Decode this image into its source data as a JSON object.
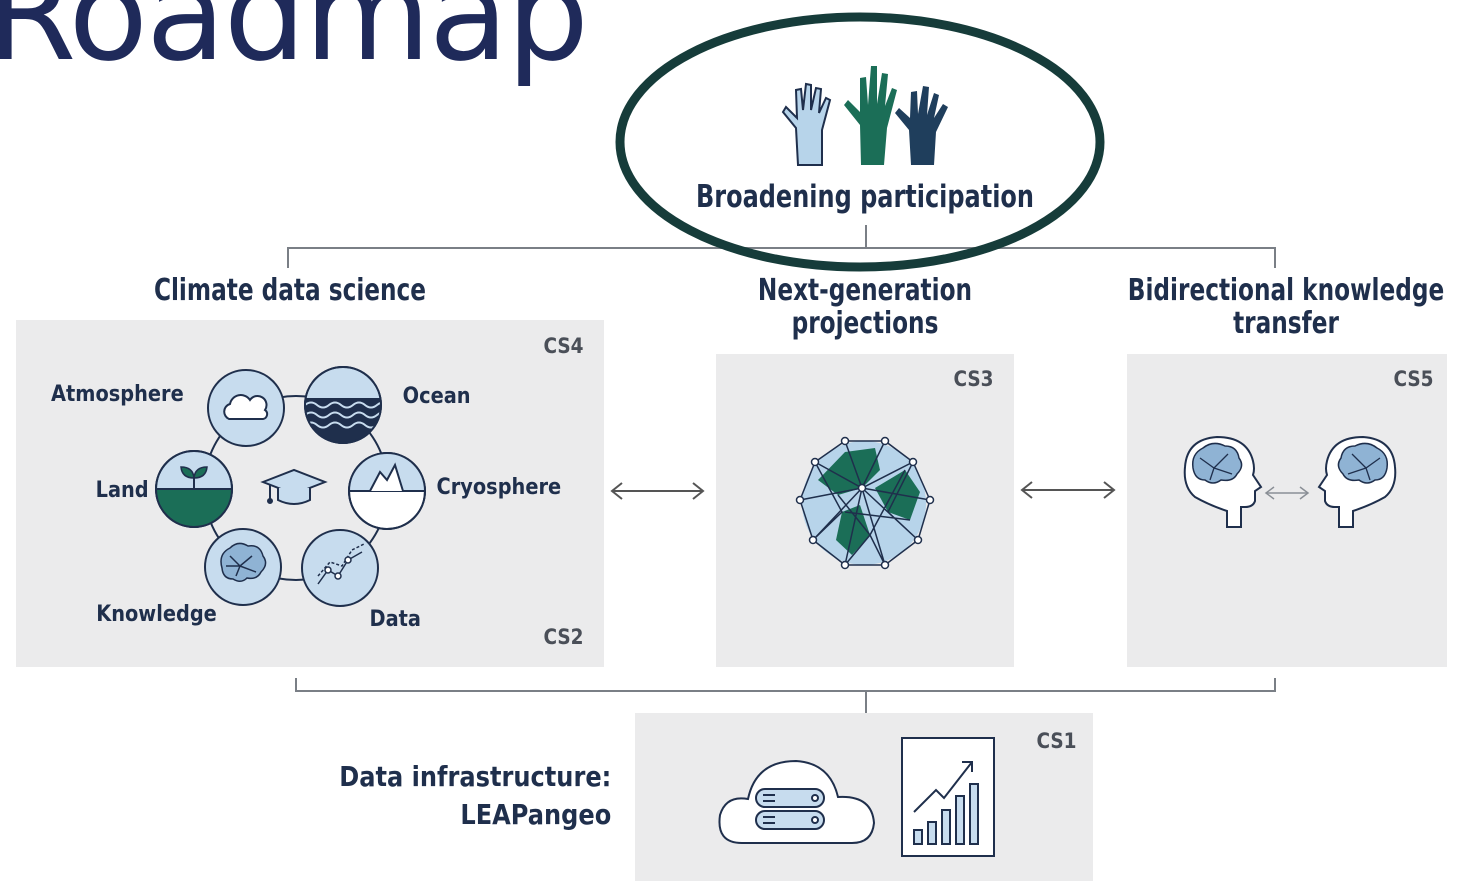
{
  "slide": {
    "title": "Roadmap"
  },
  "participation": {
    "label": "Broadening participation",
    "icon": "raised-hands-icon"
  },
  "sections": {
    "climate": {
      "title": "Climate data science",
      "code_top": "CS4",
      "code_bottom": "CS2"
    },
    "projections": {
      "title_line1": "Next-generation",
      "title_line2": "projections",
      "code": "CS3"
    },
    "transfer": {
      "title_line1": "Bidirectional knowledge",
      "title_line2": "transfer",
      "code": "CS5"
    },
    "infrastructure": {
      "title_line1": "Data infrastructure:",
      "title_line2": "LEAPangeo",
      "code": "CS1"
    }
  },
  "cycle_nodes": [
    "Atmosphere",
    "Ocean",
    "Cryosphere",
    "Data",
    "Knowledge",
    "Land"
  ],
  "colors": {
    "navy": "#1f2f4c",
    "teal": "#1b6e57",
    "light_blue": "#c7dcee",
    "panel": "#ebebec",
    "oval": "#163c3a",
    "line": "#7a7f86"
  }
}
